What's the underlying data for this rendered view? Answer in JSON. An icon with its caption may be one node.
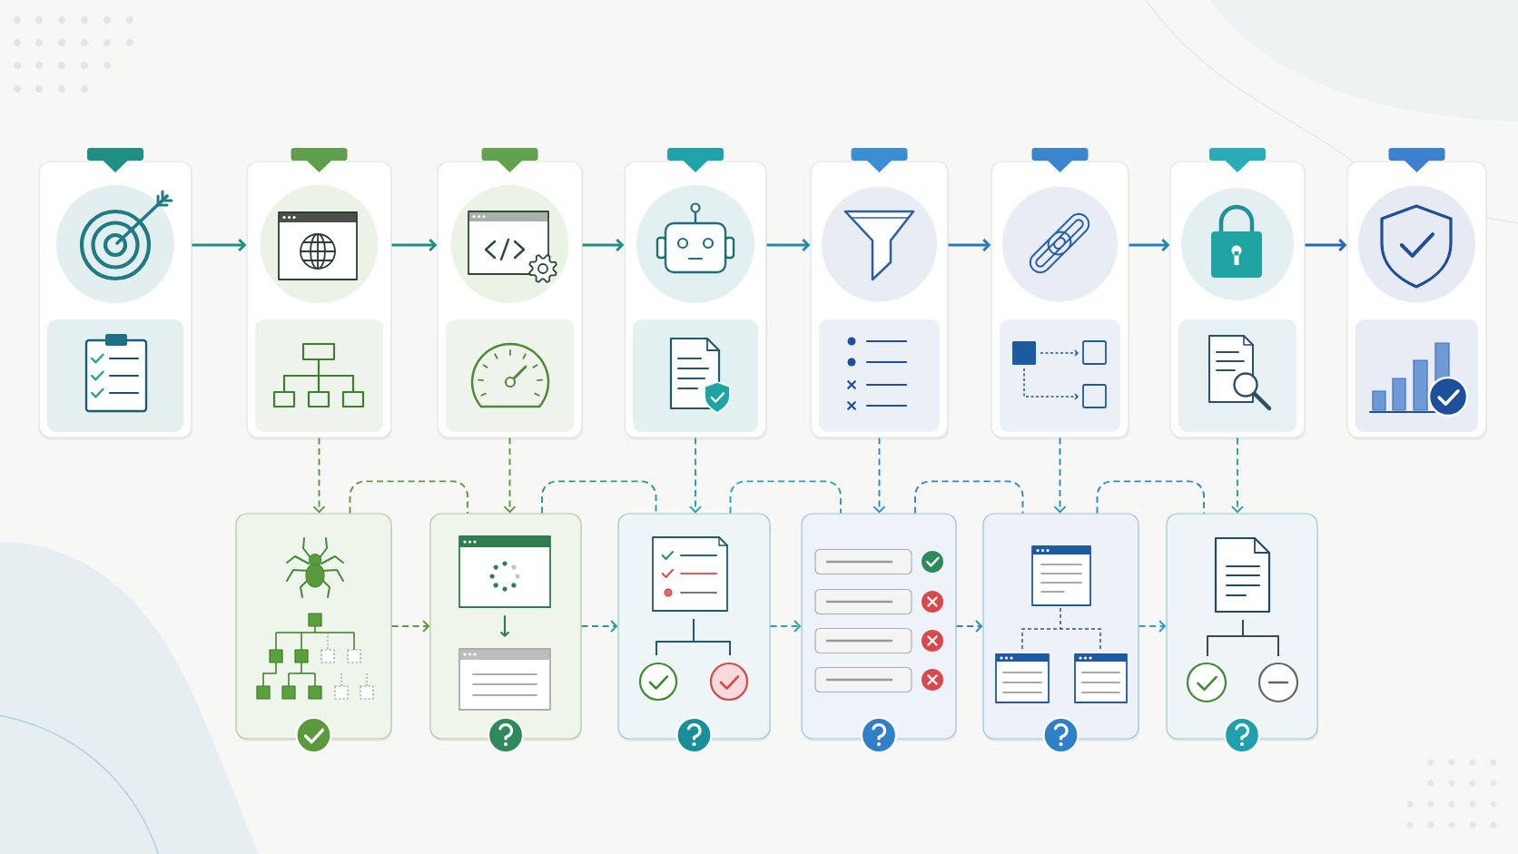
{
  "diagram": {
    "nodes": [
      {
        "text": [],
        "shape": "box"
      },
      {
        "text": [],
        "shape": "box"
      },
      {
        "text": [],
        "shape": "box"
      },
      {
        "text": [],
        "shape": "box"
      },
      {
        "text": [],
        "shape": "box"
      },
      {
        "text": [],
        "shape": "box"
      },
      {
        "text": [],
        "shape": "box"
      },
      {
        "text": [],
        "shape": "box"
      },
      {
        "text": [],
        "shape": "box"
      },
      {
        "text": [],
        "shape": "box"
      },
      {
        "text": [],
        "shape": "box"
      },
      {
        "text": [],
        "shape": "box"
      },
      {
        "text": [],
        "shape": "box"
      },
      {
        "text": [],
        "shape": "box"
      }
    ],
    "edges": [
      {
        "from": 0,
        "to": 1,
        "arrow": "to",
        "color": "#1f8f86"
      },
      {
        "from": 1,
        "to": 2,
        "arrow": "to",
        "color": "#1f8f86"
      },
      {
        "from": 2,
        "to": 3,
        "arrow": "to",
        "color": "#1f8f86"
      },
      {
        "from": 3,
        "to": 4,
        "arrow": "to",
        "color": "#2a88a8"
      },
      {
        "from": 4,
        "to": 5,
        "arrow": "to",
        "color": "#2a78b8"
      },
      {
        "from": 5,
        "to": 6,
        "arrow": "to",
        "color": "#2a80b8"
      },
      {
        "from": 6,
        "to": 7,
        "arrow": "to",
        "color": "#2a66b0"
      },
      {
        "from": 1,
        "to": 8,
        "arrow": "to",
        "style": "dashed",
        "color": "#5a9a3c"
      },
      {
        "from": 2,
        "to": 9,
        "arrow": "to",
        "style": "dashed",
        "color": "#5a9a3c"
      },
      {
        "from": 3,
        "to": 10,
        "arrow": "to",
        "style": "dashed",
        "color": "#22a0b0"
      },
      {
        "from": 4,
        "to": 11,
        "arrow": "to",
        "style": "dashed",
        "color": "#2f88c8"
      },
      {
        "from": 5,
        "to": 12,
        "arrow": "to",
        "style": "dashed",
        "color": "#2f88c8"
      },
      {
        "from": 6,
        "to": 13,
        "arrow": "to",
        "style": "dashed",
        "color": "#22a0b0"
      },
      {
        "from": 8,
        "to": 9,
        "arrow": "to",
        "style": "dashed",
        "color": "#5a9a3c"
      },
      {
        "from": 9,
        "to": 10,
        "arrow": "to",
        "style": "dashed",
        "color": "#2a9a8a"
      },
      {
        "from": 10,
        "to": 11,
        "arrow": "to",
        "style": "dashed",
        "color": "#2aa0c0"
      },
      {
        "from": 11,
        "to": 12,
        "arrow": "to",
        "style": "dashed",
        "color": "#2f88c8"
      },
      {
        "from": 12,
        "to": 13,
        "arrow": "to",
        "style": "dashed",
        "color": "#2aa0c0"
      },
      {
        "from": 8,
        "to": 9,
        "arrow": "none",
        "style": "dashed",
        "color": "#5a9a3c"
      },
      {
        "from": 9,
        "to": 10,
        "arrow": "none",
        "style": "dashed",
        "color": "#2a9a8a"
      },
      {
        "from": 10,
        "to": 11,
        "arrow": "none",
        "style": "dashed",
        "color": "#2aa0c0"
      },
      {
        "from": 11,
        "to": 12,
        "arrow": "none",
        "style": "dashed",
        "color": "#2f88c8"
      },
      {
        "from": 12,
        "to": 13,
        "arrow": "none",
        "style": "dashed",
        "color": "#2f88c8"
      }
    ]
  }
}
